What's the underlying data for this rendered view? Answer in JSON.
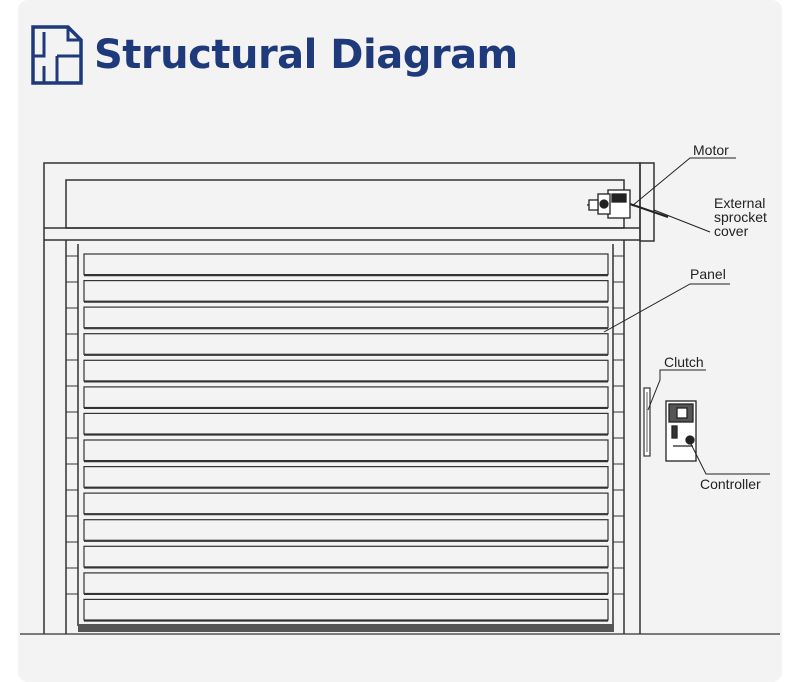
{
  "header": {
    "title": "Structural Diagram",
    "icon": "floor-plan-icon",
    "title_color": "#1f3a7a"
  },
  "diagram": {
    "labels": {
      "motor": "Motor",
      "external_sprocket_cover": [
        "External",
        "sprocket",
        "cover"
      ],
      "panel": "Panel",
      "clutch": "Clutch",
      "controller": "Controller"
    },
    "panel_count": 14,
    "line_color": "#333333",
    "bottom_seal_color": "#555555"
  }
}
